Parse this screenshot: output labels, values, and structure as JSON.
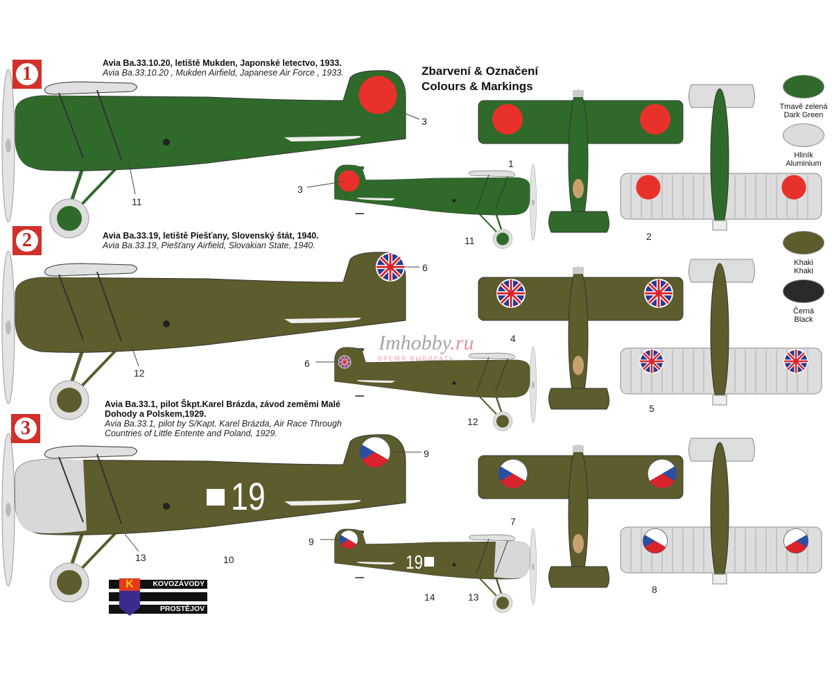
{
  "header": {
    "title_cz": "Zbarvení & Označení",
    "title_en": "Colours & Markings"
  },
  "colors": {
    "dark_green": "#2f6a2a",
    "khaki": "#5c5c2c",
    "aluminium": "#d8d8d8",
    "black": "#2a2a2a",
    "roundel_red": "#e8312a",
    "badge_red": "#d2302b"
  },
  "legend": [
    {
      "cz": "Tmavě zelená",
      "en": "Dark Green",
      "color": "#2f6a2a"
    },
    {
      "cz": "Hliník",
      "en": "Aluminium",
      "color": "#dcdcdc"
    },
    {
      "cz": "Khaki",
      "en": "Khaki",
      "color": "#5c5c2c"
    },
    {
      "cz": "Černá",
      "en": "Black",
      "color": "#2a2a2a"
    }
  ],
  "schemes": [
    {
      "badge": "1",
      "caption_cz": "Avia Ba.33.10.20, letiště Mukden, Japonské letectvo, 1933.",
      "caption_en": "Avia Ba.33.10.20 , Mukden Airfield, Japanese Air Force , 1933.",
      "callouts": [
        "3",
        "11",
        "3",
        "11",
        "1",
        "2"
      ]
    },
    {
      "badge": "2",
      "caption_cz": "Avia Ba.33.19, letiště Piešťany, Slovenský štát, 1940.",
      "caption_en": "Avia Ba.33.19, Piešťany Airfield, Slovakian State, 1940.",
      "callouts": [
        "6",
        "12",
        "6",
        "12",
        "4",
        "5"
      ]
    },
    {
      "badge": "3",
      "caption_cz": "Avia Ba.33.1, pilot Škpt.Karel Brázda, závod zeměmi Malé Dohody a Polskem,1929.",
      "caption_en": "Avia Ba.33.1, pilot by S/Kapt. Karel Brázda, Air Race Through Countries of Little Entente and Poland, 1929.",
      "callouts": [
        "9",
        "10",
        "13",
        "9",
        "14",
        "13",
        "7",
        "8"
      ],
      "race_number": "19"
    }
  ],
  "logo": {
    "top": "KOVOZÁVODY",
    "bottom": "PROSTĚJOV",
    "mark": "K"
  },
  "watermark": {
    "name": "Imhobby",
    "tld": ".ru",
    "slogan": "ВРЕМЯ ВЫБИРАТЬ"
  }
}
